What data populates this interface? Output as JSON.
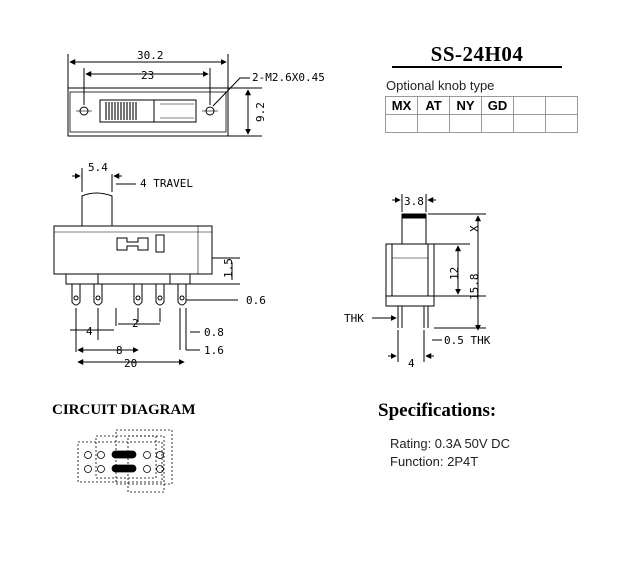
{
  "title": "SS-24H04",
  "knob": {
    "label": "Optional knob type",
    "types": [
      "MX",
      "AT",
      "NY",
      "GD",
      "",
      ""
    ]
  },
  "dims": {
    "top_overall": "30.2",
    "top_pitch": "23",
    "hole_note": "2-M2.6X0.45",
    "top_height": "9.2",
    "knob_width": "5.4",
    "travel": "4 TRAVEL",
    "pin_height": "1.5",
    "pin_thk": "0.6",
    "pin_4": "4",
    "pin_2": "2",
    "pin_08": "0.8",
    "pin_8": "8",
    "pin_16": "1.6",
    "pin_20": "20",
    "side_38": "3.8",
    "side_x": "X",
    "side_12": "12",
    "side_158": "15.8",
    "side_thk": "THK",
    "side_05": "0.5 THK",
    "side_4": "4"
  },
  "circuit": {
    "title": "CIRCUIT DIAGRAM"
  },
  "specs": {
    "title": "Specifications:",
    "rating": "Rating: 0.3A 50V DC",
    "function": "Function: 2P4T"
  }
}
